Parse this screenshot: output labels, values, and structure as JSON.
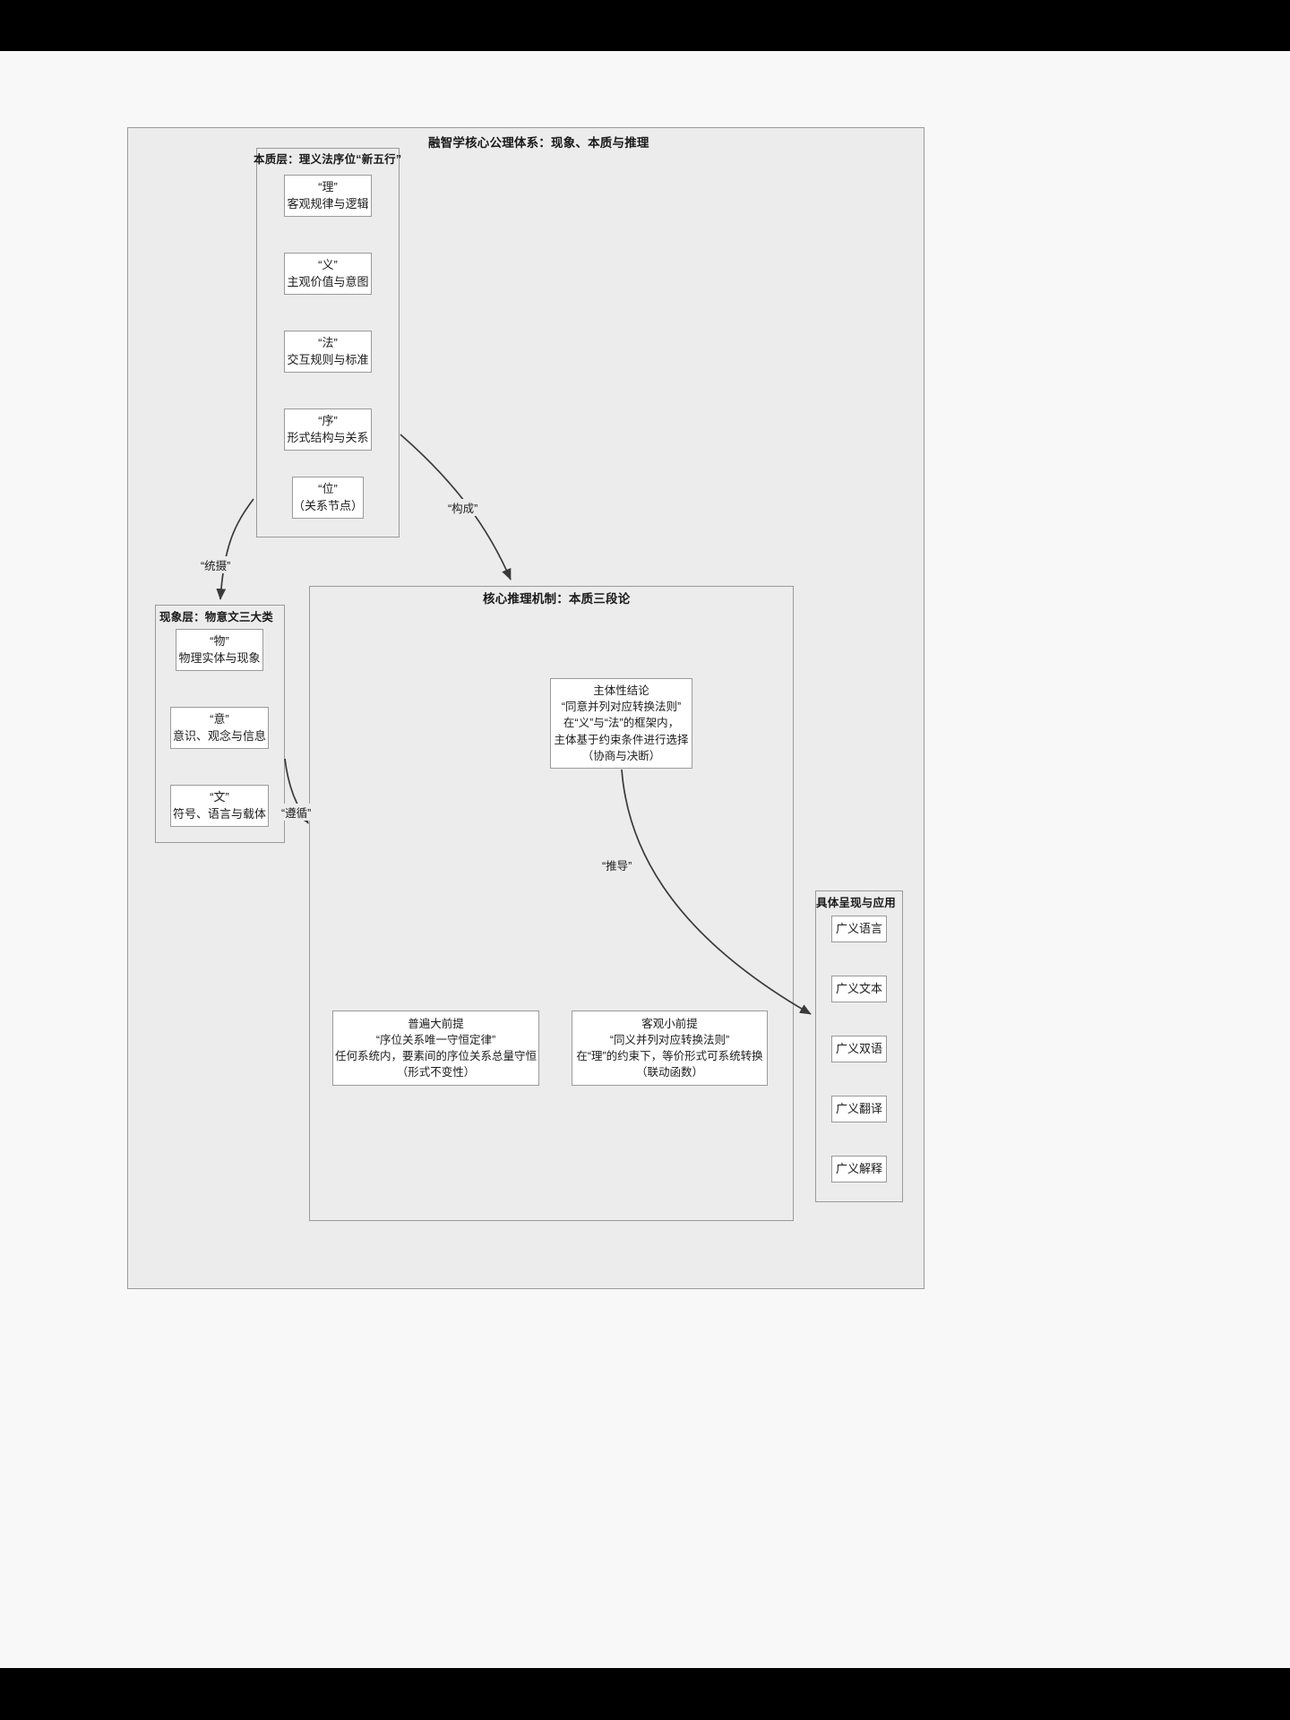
{
  "diagram": {
    "title": "融智学核心公理体系：现象、本质与推理",
    "background_color": "#ececec",
    "node_fill": "#ffffff",
    "border_color": "#9a9a9a"
  },
  "essence_layer": {
    "title": "本质层：理义法序位“新五行”",
    "nodes": [
      {
        "name": "“理”",
        "desc": "客观规律与逻辑"
      },
      {
        "name": "“义”",
        "desc": "主观价值与意图"
      },
      {
        "name": "“法”",
        "desc": "交互规则与标准"
      },
      {
        "name": "“序”",
        "desc": "形式结构与关系"
      },
      {
        "name": "“位”",
        "desc": "（关系节点）"
      }
    ]
  },
  "phenomenon_layer": {
    "title": "现象层：物意文三大类",
    "nodes": [
      {
        "name": "“物”",
        "desc": "物理实体与现象"
      },
      {
        "name": "“意”",
        "desc": "意识、观念与信息"
      },
      {
        "name": "“文”",
        "desc": "符号、语言与载体"
      }
    ]
  },
  "reasoning": {
    "title": "核心推理机制：本质三段论",
    "conclusion": {
      "heading": "主体性结论",
      "line1": "“同意并列对应转换法则”",
      "line2": "在“义”与“法”的框架内，",
      "line3": "主体基于约束条件进行选择",
      "line4": "（协商与决断）"
    },
    "major_premise": {
      "heading": "普遍大前提",
      "line1": "“序位关系唯一守恒定律”",
      "line2": "任何系统内，要素间的序位关系总量守恒",
      "line3": "（形式不变性）"
    },
    "minor_premise": {
      "heading": "客观小前提",
      "line1": "“同义并列对应转换法则”",
      "line2": "在“理”的约束下，等价形式可系统转换",
      "line3": "（联动函数）"
    }
  },
  "application": {
    "title": "具体呈现与应用",
    "items": [
      "广义语言",
      "广义文本",
      "广义双语",
      "广义翻译",
      "广义解释"
    ]
  },
  "edges": [
    {
      "id": "tongshe",
      "label": "“统摄”"
    },
    {
      "id": "goucheng",
      "label": "“构成”"
    },
    {
      "id": "zunxun",
      "label": "“遵循”"
    },
    {
      "id": "tuidao",
      "label": "“推导”"
    }
  ]
}
